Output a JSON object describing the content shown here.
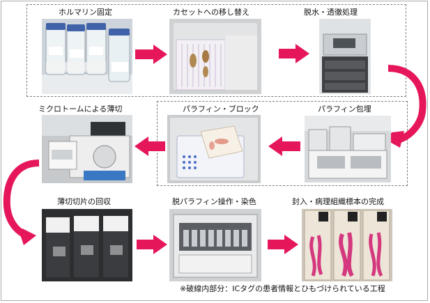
{
  "steps": {
    "formalin": "ホルマリン固定",
    "cassette": "カセットへの移し替え",
    "dehydration": "脱水・透徹処理",
    "embedding": "パラフィン包埋",
    "block": "パラフィン・ブロック",
    "microtome": "ミクロトームによる薄切",
    "collect": "薄切切片の回収",
    "staining": "脱パラフィン操作・染色",
    "finish": "封入・病理組織標本の完成"
  },
  "note": "※破線内部分：ICタグの患者情報とひもづけられている工程",
  "colors": {
    "arrow": "#e6165a",
    "dash": "#7d7d7d",
    "stain": "#d4387e"
  }
}
